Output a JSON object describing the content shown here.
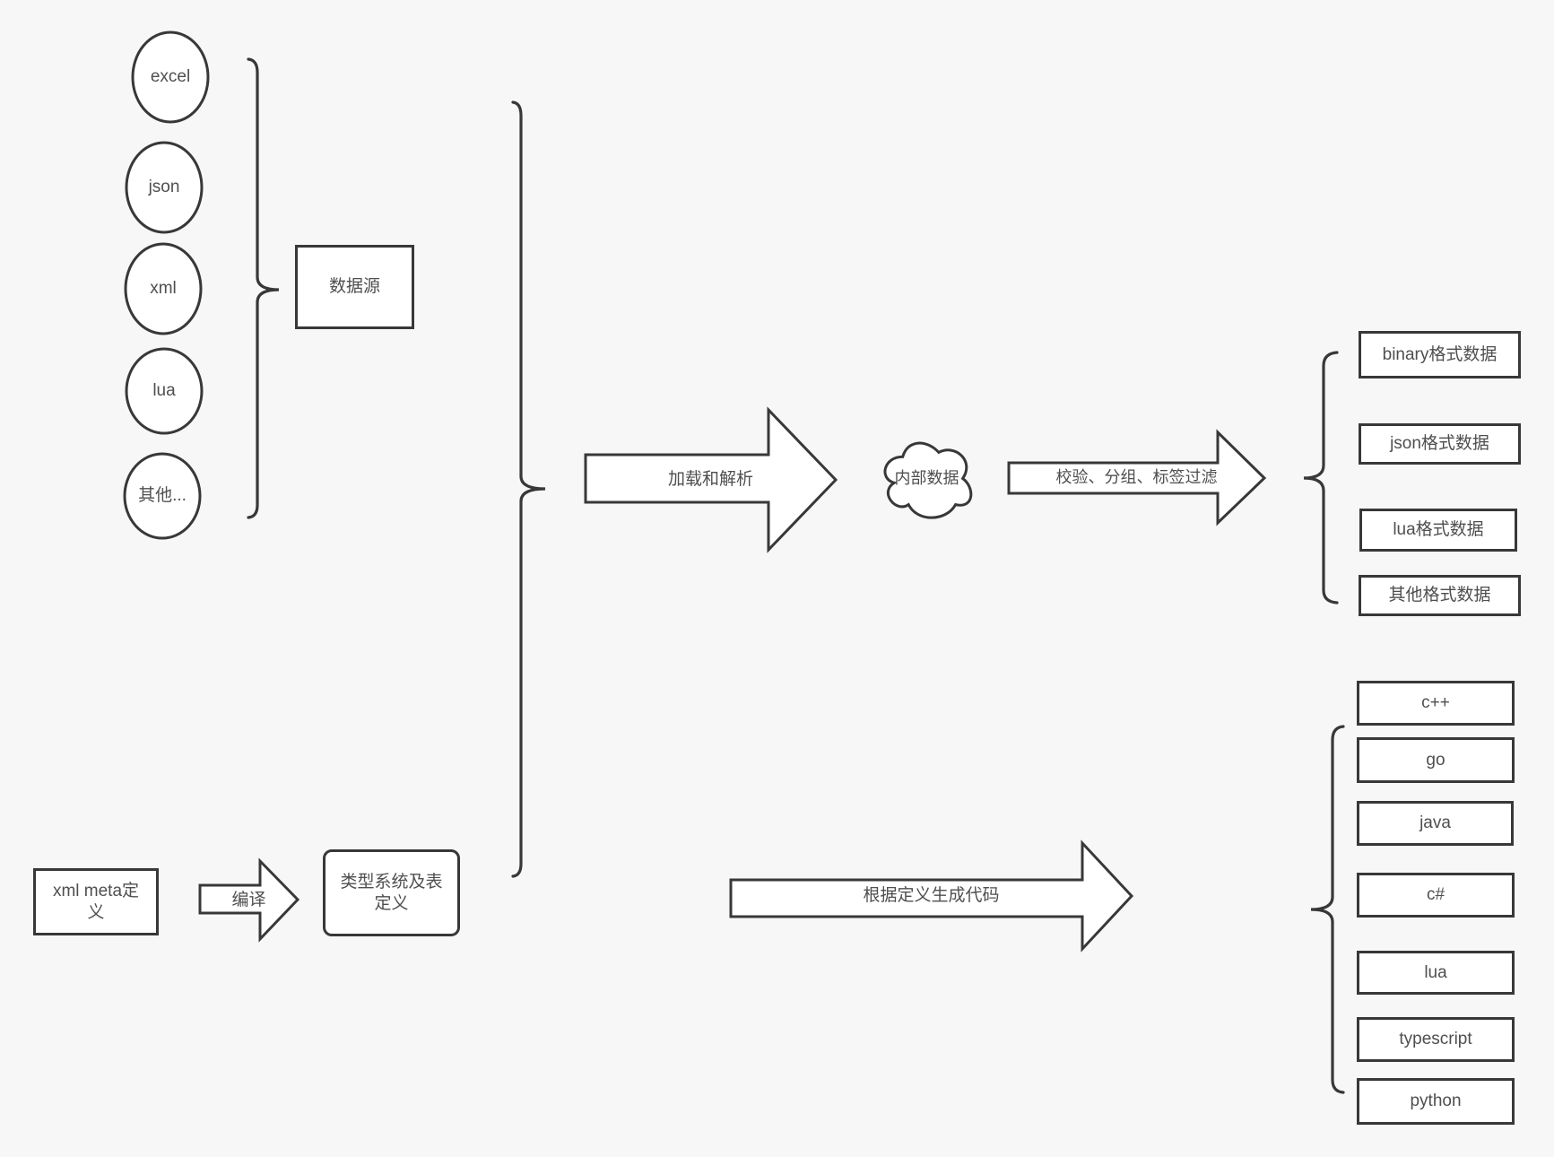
{
  "colors": {
    "background": "#f7f7f7",
    "stroke": "#383838",
    "text": "#4f4f4f",
    "shape_fill": "#ffffff"
  },
  "sources": {
    "group_label": "数据源",
    "items": [
      "excel",
      "json",
      "xml",
      "lua",
      "其他..."
    ]
  },
  "data_pipeline": {
    "load_arrow": "加载和解析",
    "internal_data": "内部数据",
    "filter_arrow": "校验、分组、标签过滤",
    "output_formats": [
      "binary格式数据",
      "json格式数据",
      "lua格式数据",
      "其他格式数据"
    ]
  },
  "definition_pipeline": {
    "meta_box": "xml meta定义",
    "compile_arrow": "编译",
    "type_system_box": "类型系统及表定义",
    "generate_arrow": "根据定义生成代码",
    "languages": [
      "c++",
      "go",
      "java",
      "c#",
      "lua",
      "typescript",
      "python"
    ]
  }
}
